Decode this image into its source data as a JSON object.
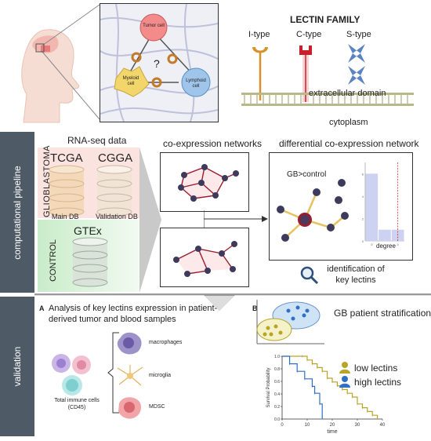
{
  "top": {
    "cells": {
      "tumor": "Tumor cell",
      "myeloid": "Myeloid cell",
      "lymphoid": "Lymphoid cell",
      "question": "?"
    },
    "lectin": {
      "title": "LECTIN FAMILY",
      "types": [
        "I-type",
        "C-type",
        "S-type"
      ],
      "extracellular": "extracellular domain",
      "cytoplasm": "cytoplasm"
    }
  },
  "pipeline": {
    "side_label": "computational pipeline",
    "rnaseq_title": "RNA-seq data",
    "glioblastoma": "GLIOBLASTOMA",
    "control": "CONTROL",
    "tcga": "TCGA",
    "cgga": "CGGA",
    "main_db": "Main DB",
    "validation_db": "Validation DB",
    "gtex": "GTEx",
    "coexpr_title": "co-expression networks",
    "diff_title": "differential co-expression network",
    "gb_control": "GB>control",
    "degree": "degree",
    "identification": "identification of key lectins"
  },
  "validation": {
    "side_label": "validation",
    "panel_a_letter": "A",
    "panel_a_title": "Analysis of key lectins expression in patient-derived tumor  and blood samples",
    "total_immune": "Total immune cells (CD45)",
    "cell_types": [
      "macrophages",
      "microglia",
      "MDSC"
    ],
    "panel_b_letter": "B",
    "stratification": "GB patient stratification",
    "legend_low": "low lectins",
    "legend_high": "high lectins"
  },
  "colors": {
    "sidebar": "#4e5a66",
    "network_node": "#3e3a5c",
    "network_edge": "#9b1b30",
    "low_lectins": "#b8a427",
    "high_lectins": "#2f6fc4",
    "histogram_bar": "#ced2f2",
    "db_gray": "#cfcfcf",
    "db_green": "#8fc9a0"
  },
  "chart_data": [
    {
      "type": "bar",
      "title": "",
      "xlabel": "degree",
      "ylabel": "",
      "categories": [
        "0",
        "",
        "4"
      ],
      "values": [
        6,
        1,
        1
      ],
      "ylim": [
        0,
        7
      ],
      "xticks": [
        "0",
        "4"
      ],
      "yticks": [
        "0",
        "2",
        "4",
        "6"
      ],
      "annotation": "red dashed line at degree 4"
    },
    {
      "type": "line",
      "title": "",
      "xlabel": "time",
      "ylabel": "Survival Probability",
      "xlim": [
        0,
        40
      ],
      "ylim": [
        0,
        1
      ],
      "xticks": [
        0,
        10,
        20,
        30,
        40
      ],
      "yticks": [
        0.0,
        0.2,
        0.4,
        0.6,
        0.8,
        1.0
      ],
      "series": [
        {
          "name": "low lectins",
          "x": [
            0,
            8,
            10,
            12,
            14,
            16,
            18,
            20,
            22,
            24,
            26,
            28,
            30,
            32,
            34,
            36,
            38
          ],
          "y": [
            1.0,
            1.0,
            0.94,
            0.88,
            0.82,
            0.76,
            0.65,
            0.59,
            0.53,
            0.47,
            0.41,
            0.35,
            0.24,
            0.18,
            0.12,
            0.06,
            0.0
          ]
        },
        {
          "name": "high lectins",
          "x": [
            0,
            3,
            6,
            9,
            12,
            13,
            15,
            16
          ],
          "y": [
            1.0,
            0.88,
            0.76,
            0.64,
            0.52,
            0.41,
            0.24,
            0.0
          ]
        }
      ]
    }
  ]
}
